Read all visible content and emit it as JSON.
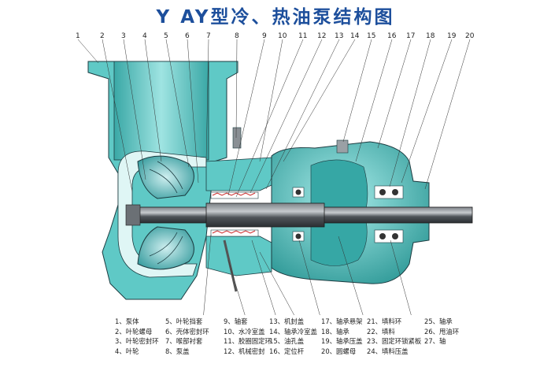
{
  "title": "Y AY型冷、热油泵结构图",
  "top_numbers": [
    "1",
    "2",
    "3",
    "4",
    "5",
    "6",
    "7",
    "8",
    "9",
    "10",
    "11",
    "12",
    "13",
    "14",
    "15",
    "16",
    "17",
    "18",
    "19",
    "20"
  ],
  "bottom_numbers": [
    "21",
    "22",
    "23",
    "24",
    "25",
    "26",
    "27"
  ],
  "legend": [
    [
      "1、泵体",
      "2、叶轮螺母",
      "3、叶轮密封环",
      "4、叶轮"
    ],
    [
      "5、叶轮挡套",
      "6、壳体密封环",
      "7、喉部衬套",
      "8、泵盖"
    ],
    [
      "9、轴套",
      "10、水冷室盖",
      "11、胶圈固定环",
      "12、机械密封"
    ],
    [
      "13、机封盖",
      "14、轴承冷室盖",
      "15、油孔盖",
      "16、定位杆"
    ],
    [
      "17、轴承悬架",
      "18、轴承",
      "19、轴承压盖",
      "20、圆螺母"
    ],
    [
      "21、填料环",
      "22、填料",
      "23、固定环锁紧板",
      "24、填料压盖"
    ],
    [
      "25、轴承",
      "26、甩油环",
      "27、轴"
    ]
  ],
  "colors": {
    "title": "#1d4f9c",
    "casing": "#5fc9c6",
    "casing_dark": "#2f8e8c",
    "cavity": "#dff6f5",
    "shaft": "#4a4f54",
    "outline": "#1c3b40"
  }
}
